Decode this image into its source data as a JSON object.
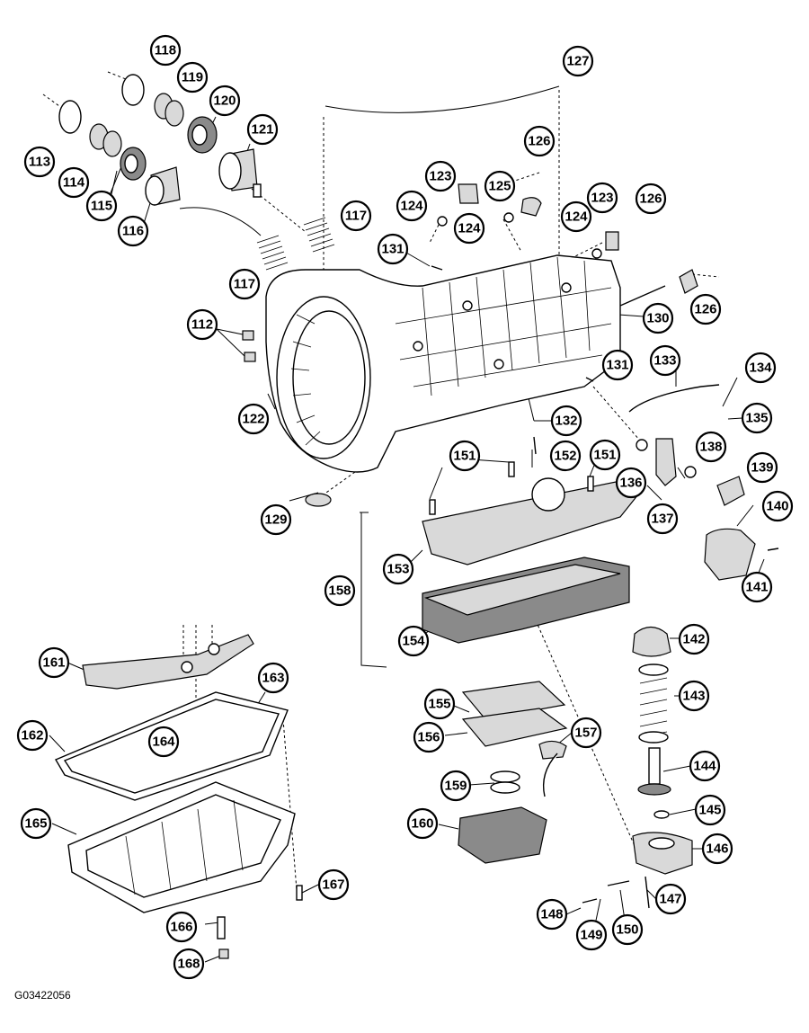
{
  "figure_code": "G03422056",
  "callouts": {
    "c112": "112",
    "c113": "113",
    "c114": "114",
    "c115": "115",
    "c116": "116",
    "c117a": "117",
    "c117b": "117",
    "c118": "118",
    "c119": "119",
    "c120": "120",
    "c121": "121",
    "c122": "122",
    "c123a": "123",
    "c123b": "123",
    "c124a": "124",
    "c124b": "124",
    "c124c": "124",
    "c125": "125",
    "c126a": "126",
    "c126b": "126",
    "c126c": "126",
    "c127": "127",
    "c129": "129",
    "c130": "130",
    "c131a": "131",
    "c131b": "131",
    "c132": "132",
    "c133": "133",
    "c134": "134",
    "c135": "135",
    "c136": "136",
    "c137": "137",
    "c138": "138",
    "c139": "139",
    "c140": "140",
    "c141": "141",
    "c142": "142",
    "c143": "143",
    "c144": "144",
    "c145": "145",
    "c146": "146",
    "c147": "147",
    "c148": "148",
    "c149": "149",
    "c150": "150",
    "c151a": "151",
    "c151b": "151",
    "c152": "152",
    "c153": "153",
    "c154": "154",
    "c155": "155",
    "c156": "156",
    "c157": "157",
    "c158": "158",
    "c159": "159",
    "c160": "160",
    "c161": "161",
    "c162": "162",
    "c163": "163",
    "c164": "164",
    "c165": "165",
    "c166": "166",
    "c167": "167",
    "c168": "168"
  }
}
